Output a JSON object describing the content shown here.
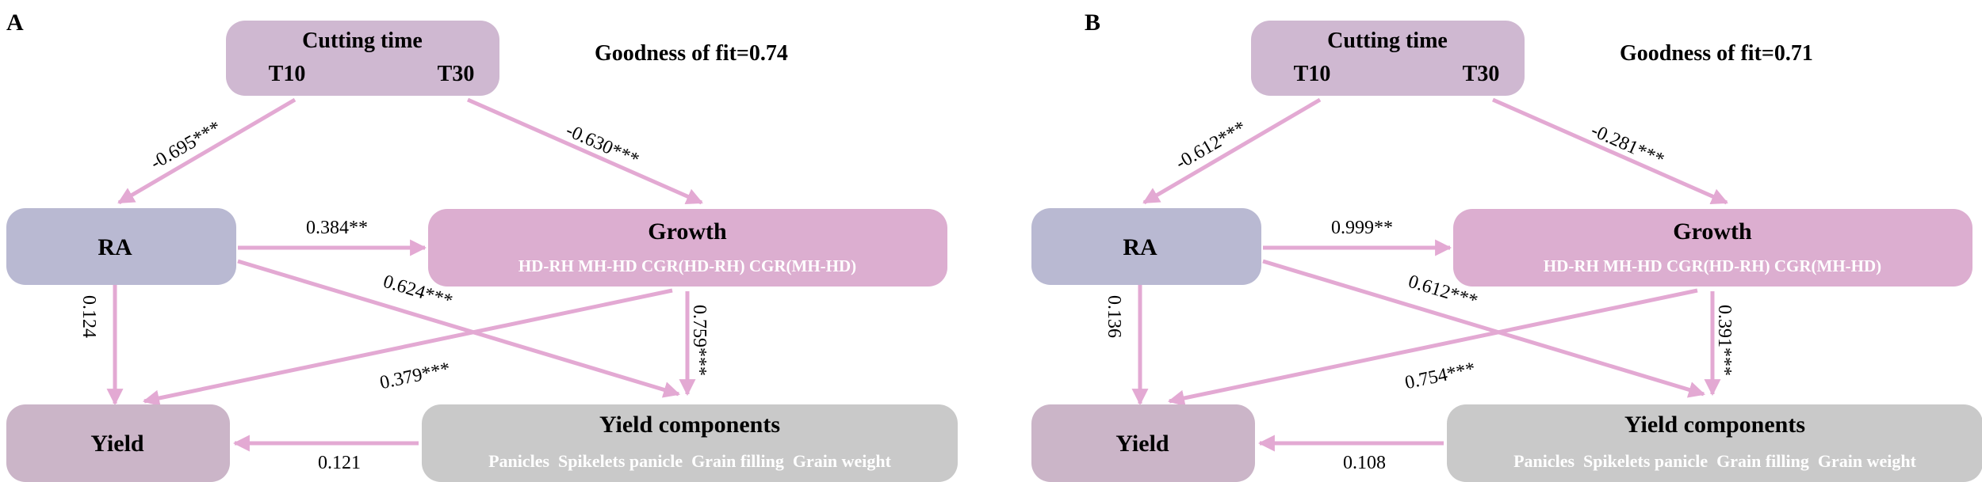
{
  "colors": {
    "cutting": "#cfb8d1",
    "ra": "#b9b9d2",
    "growth": "#dcaed0",
    "yield": "#cbb5c8",
    "components": "#c9c9c9",
    "arrow": "#e3a9d3",
    "text_dark": "#000000",
    "text_light": "#ffffff"
  },
  "panels": [
    {
      "label": "A",
      "goodness": "Goodness of fit=0.74",
      "cutting_title": "Cutting time",
      "t10": "T10",
      "t30": "T30",
      "ra": "RA",
      "growth_title": "Growth",
      "growth_sub": "HD-RH MH-HD CGR(HD-RH) CGR(MH-HD)",
      "yield": "Yield",
      "comp_title": "Yield components",
      "comp_sub": "Panicles  Spikelets panicle  Grain filling  Grain weight",
      "coef_t10_ra": "-0.695***",
      "coef_t30_growth": "-0.630***",
      "coef_ra_growth": "0.384**",
      "coef_ra_yield": "0.124",
      "coef_ra_comp": "0.624***",
      "coef_growth_yield": "0.379***",
      "coef_growth_comp": "0.759***",
      "coef_comp_yield": "0.121"
    },
    {
      "label": "B",
      "goodness": "Goodness of fit=0.71",
      "cutting_title": "Cutting time",
      "t10": "T10",
      "t30": "T30",
      "ra": "RA",
      "growth_title": "Growth",
      "growth_sub": "HD-RH MH-HD CGR(HD-RH) CGR(MH-HD)",
      "yield": "Yield",
      "comp_title": "Yield components",
      "comp_sub": "Panicles  Spikelets panicle  Grain filling  Grain weight",
      "coef_t10_ra": "-0.612***",
      "coef_t30_growth": "-0.281***",
      "coef_ra_growth": "0.999**",
      "coef_ra_yield": "0.136",
      "coef_ra_comp": "0.612***",
      "coef_growth_yield": "0.754***",
      "coef_growth_comp": "0.391***",
      "coef_comp_yield": "0.108"
    }
  ]
}
